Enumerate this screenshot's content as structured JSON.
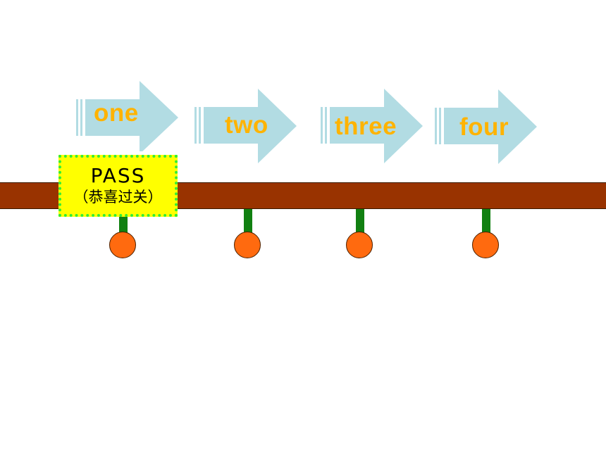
{
  "levels": [
    {
      "label": "one"
    },
    {
      "label": "two"
    },
    {
      "label": "three"
    },
    {
      "label": "four"
    }
  ],
  "pass_badge": {
    "title": "PASS",
    "subtitle": "（恭喜过关）"
  },
  "colors": {
    "arrow_fill": "#B2DCE3",
    "arrow_text": "#FFB300",
    "track": "#993300",
    "stem": "#118011",
    "ball": "#FF6A0F",
    "badge_fill": "#FFFF00",
    "badge_border": "#33EE33"
  }
}
